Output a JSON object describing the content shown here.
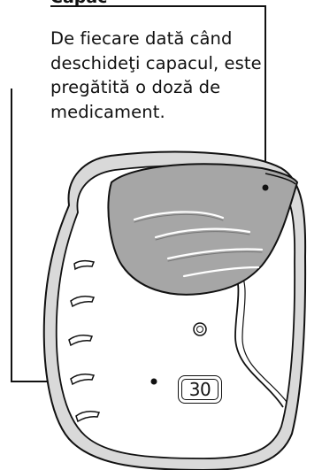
{
  "cap_callout": {
    "title": "Capac",
    "text": "De fiecare dată când deschideţi capacul, este pregătită o doză de medicament."
  },
  "dose_counter": {
    "value": "30"
  },
  "colors": {
    "cap_fill": "#a6a6a6",
    "body_fill": "#ffffff",
    "body_shade": "#d9d9d9",
    "outline": "#111111"
  }
}
